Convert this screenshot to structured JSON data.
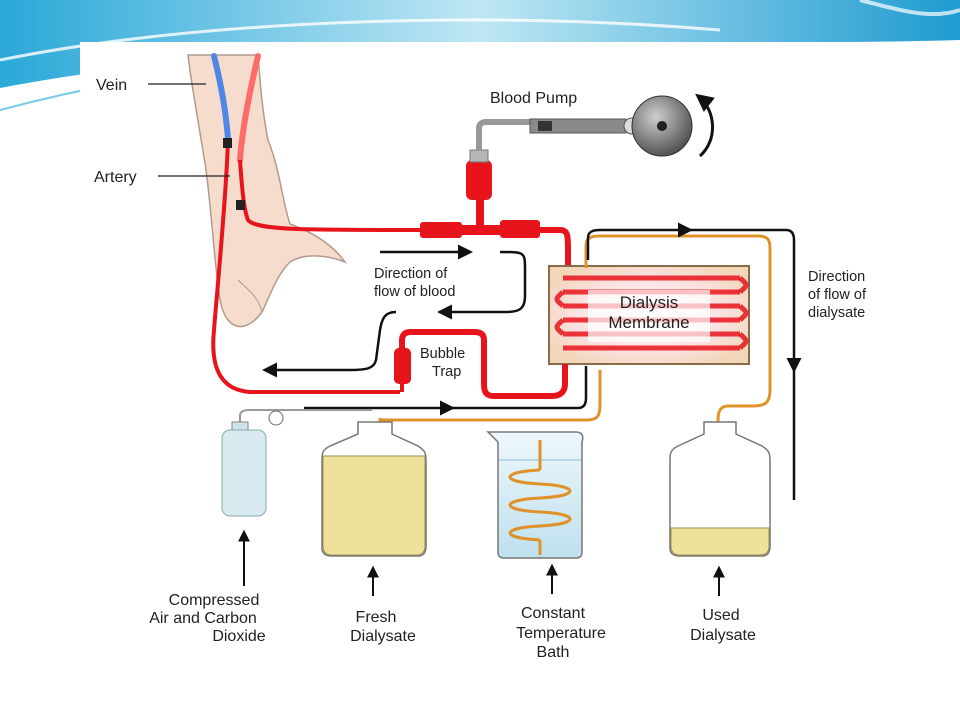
{
  "diagram": {
    "labels": {
      "vein": "Vein",
      "artery": "Artery",
      "blood_pump": "Blood Pump",
      "direction_blood_1": "Direction of",
      "direction_blood_2": "flow of blood",
      "dialysis_1": "Dialysis",
      "dialysis_2": "Membrane",
      "direction_dialysate_1": "Direction",
      "direction_dialysate_2": "of flow of",
      "direction_dialysate_3": "dialysate",
      "bubble_1": "Bubble",
      "bubble_2": "Trap",
      "compressed_1": "Compressed",
      "compressed_2": "Air and Carbon",
      "compressed_3": "Dioxide",
      "fresh_1": "Fresh",
      "fresh_2": "Dialysate",
      "constant_1": "Constant",
      "constant_2": "Temperature",
      "constant_3": "Bath",
      "used_1": "Used",
      "used_2": "Dialysate"
    },
    "colors": {
      "blood": "#e8141c",
      "vein": "#4f86e8",
      "dialysate_tube": "#e0922a",
      "dialysate_fluid": "#efe19a",
      "membrane_box": "#f1d6b8",
      "skin": "#f5dccd",
      "arrow": "#111111"
    }
  }
}
